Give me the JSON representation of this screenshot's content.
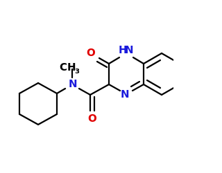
{
  "molecule": {
    "atoms": {
      "o_ketone": {
        "label": "O",
        "color": "#e00000"
      },
      "nh_ring": {
        "label": "H",
        "color": "#1a1adc"
      },
      "n_ring_h": {
        "label": "N",
        "color": "#1a1adc"
      },
      "n_amide": {
        "label": "N",
        "color": "#1a1adc"
      },
      "methyl_c": {
        "label": "CH",
        "color": "#000000"
      },
      "methyl_sub": {
        "label": "3",
        "color": "#000000"
      },
      "n_ring": {
        "label": "N",
        "color": "#1a1adc"
      },
      "o_amide": {
        "label": "O",
        "color": "#e00000"
      }
    }
  }
}
